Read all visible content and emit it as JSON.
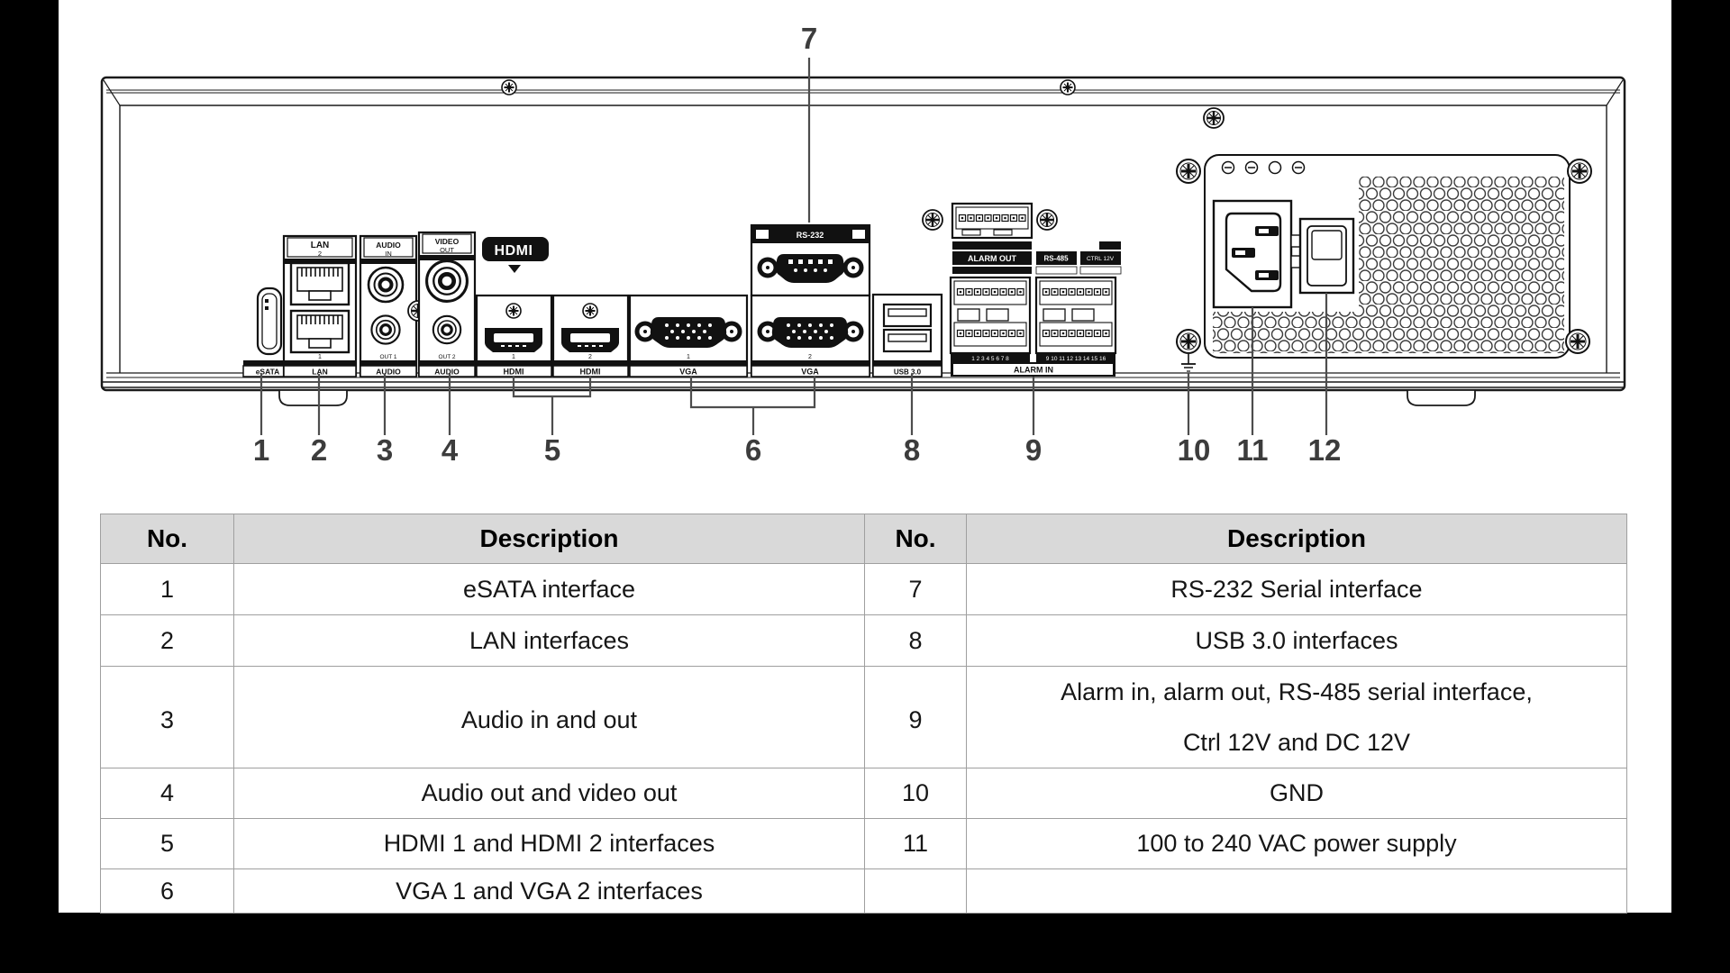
{
  "colors": {
    "page_bg": "#000000",
    "panel_bg": "#ffffff",
    "line": "#1a1a1a",
    "callout": "#3c3c3c",
    "table_header_bg": "#d9d9d9",
    "table_border": "#9f9f9f"
  },
  "diagram": {
    "top_callout": "7",
    "callouts": [
      "1",
      "2",
      "3",
      "4",
      "5",
      "6",
      "8",
      "9",
      "10",
      "11",
      "12"
    ],
    "labels": {
      "esata": "eSATA",
      "lan_top": "LAN",
      "lan_top_no": "2",
      "lan_bottom_no": "1",
      "lan_bottom": "LAN",
      "audio_top": "AUDIO",
      "audio_in": "IN",
      "audio_out_no": "OUT 1",
      "audio_bottom": "AUDIO",
      "video_top": "VIDEO",
      "video_out": "OUT",
      "video_out_no": "OUT 2",
      "video_bottom": "AUDIO",
      "hdmi_logo": "HDMI",
      "hdmi1_no": "1",
      "hdmi2_no": "2",
      "hdmi1": "HDMI",
      "hdmi2": "HDMI",
      "vga1_no": "1",
      "vga2_no": "2",
      "vga1": "VGA",
      "vga2": "VGA",
      "rs232": "RS-232",
      "usb": "USB 3.0",
      "alarm_out": "ALARM OUT",
      "rs485": "RS-485",
      "ctrl12v": "CTRL 12V",
      "alarm_in_nums1": "1 2 3 4 5 6 7 8",
      "alarm_in_nums2": "9 10 11 12 13 14 15 16",
      "alarm_in": "ALARM IN"
    }
  },
  "table": {
    "headers": [
      "No.",
      "Description",
      "No.",
      "Description"
    ],
    "rows": [
      {
        "n1": "1",
        "d1": "eSATA interface",
        "n2": "7",
        "d2": "RS-232 Serial interface"
      },
      {
        "n1": "2",
        "d1": "LAN interfaces",
        "n2": "8",
        "d2": "USB 3.0 interfaces"
      },
      {
        "n1": "3",
        "d1": "Audio in and out",
        "n2": "9",
        "d2_l1": "Alarm in, alarm out, RS-485 serial interface,",
        "d2_l2": "Ctrl 12V and DC 12V"
      },
      {
        "n1": "4",
        "d1": "Audio out and video out",
        "n2": "10",
        "d2": "GND"
      },
      {
        "n1": "5",
        "d1": "HDMI 1 and HDMI 2 interfaces",
        "n2": "11",
        "d2": "100 to 240 VAC power supply"
      },
      {
        "n1": "6",
        "d1": "VGA 1 and VGA 2 interfaces",
        "n2": "",
        "d2": ""
      }
    ]
  }
}
